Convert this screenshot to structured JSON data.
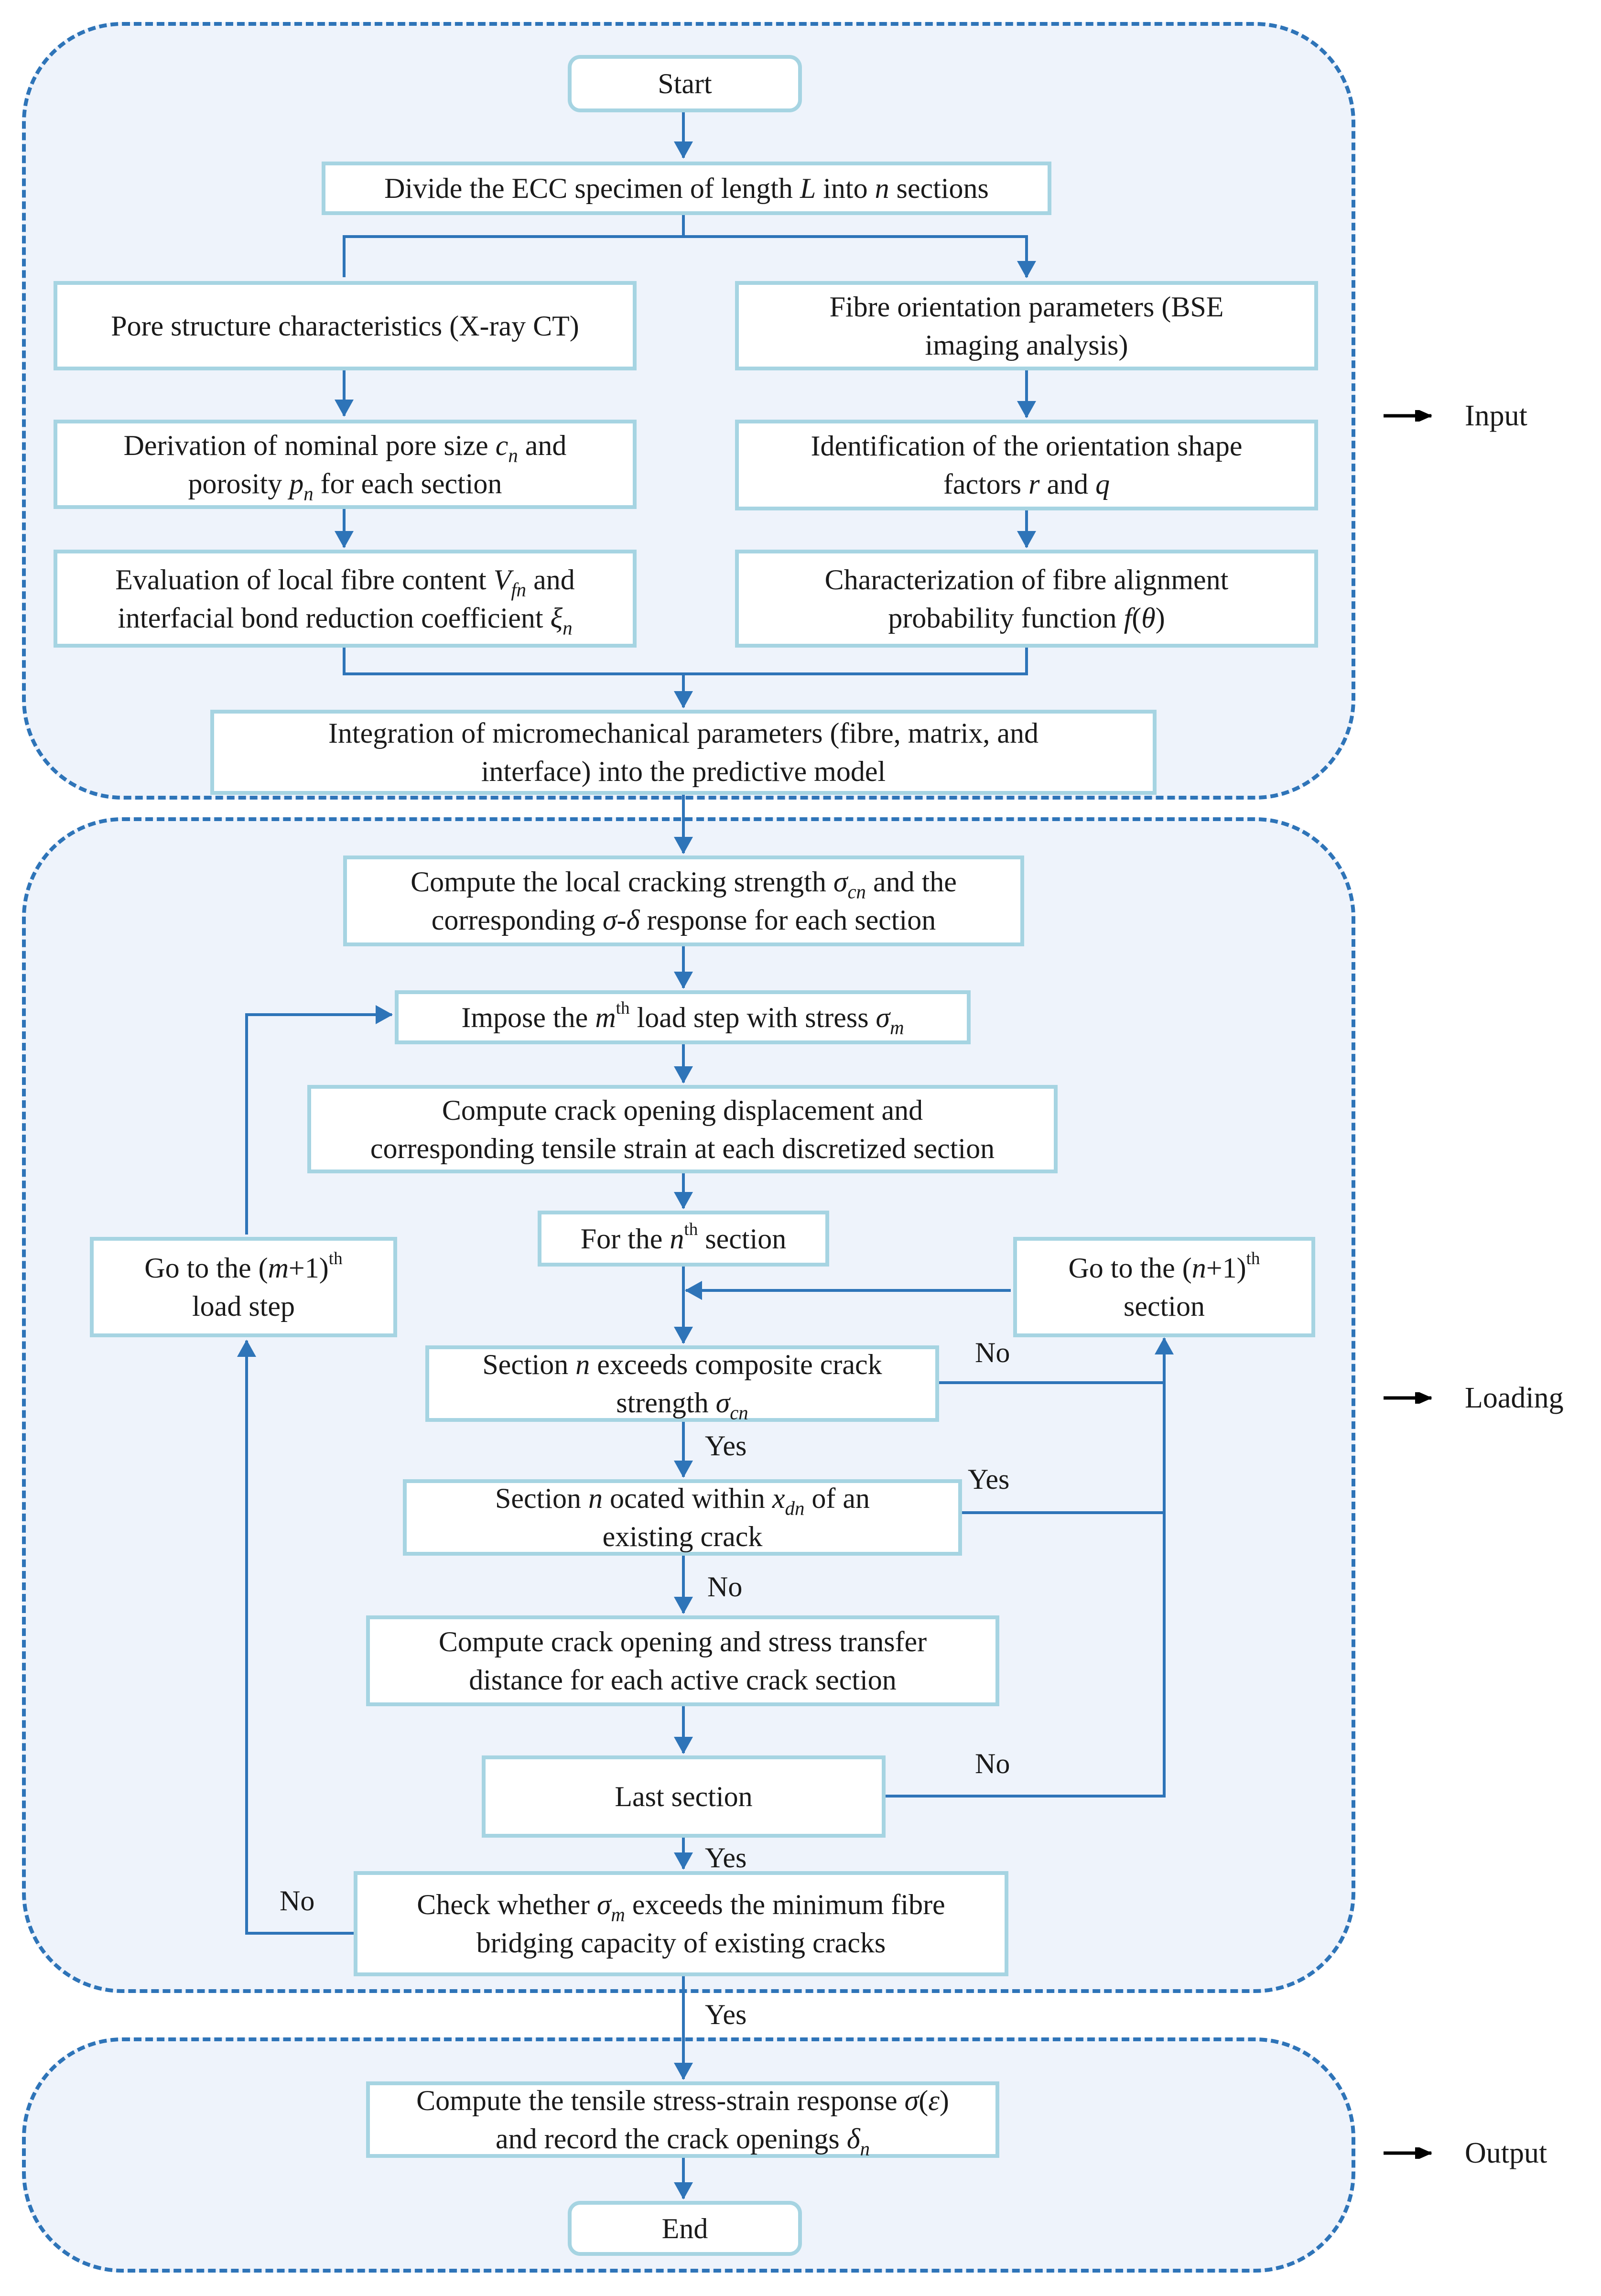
{
  "phases": {
    "input": "Input",
    "loading": "Loading",
    "output": "Output"
  },
  "nodes": {
    "start": "Start",
    "divide": {
      "a": "Divide the ECC specimen of length ",
      "L": "L",
      "b": " into ",
      "n": "n",
      "c": " sections"
    },
    "pore_structure": "Pore structure characteristics (X-ray CT)",
    "fibre_orientation": {
      "line1": "Fibre orientation parameters (BSE",
      "line2": "imaging analysis)"
    },
    "derivation": {
      "a": "Derivation of nominal pore size ",
      "c": "c",
      "c_sub": "n",
      "b": " and",
      "c2": "porosity ",
      "p": "p",
      "p_sub": "n",
      "d": " for each section"
    },
    "identification": {
      "line1": "Identification of the orientation shape",
      "a": "factors ",
      "r": "r",
      "b": " and ",
      "q": "q"
    },
    "evaluation": {
      "a": "Evaluation of local fibre content ",
      "V": "V",
      "V_sub": "fn",
      "b": " and",
      "c": "interfacial bond reduction coefficient ",
      "xi": "ξ",
      "xi_sub": "n"
    },
    "characterization": {
      "line1": "Characterization of fibre alignment",
      "a": "probability function ",
      "f": "f",
      "b": "(",
      "theta": "θ",
      "c": ")"
    },
    "integration": {
      "line1": "Integration of micromechanical parameters (fibre, matrix, and",
      "line2": "interface) into the predictive model"
    },
    "local_cracking": {
      "a": "Compute the local cracking strength ",
      "sigma": "σ",
      "sigma_sub": "cn",
      "b": " and the",
      "c": "corresponding ",
      "sd": "σ-δ",
      "d": " response for each section"
    },
    "impose": {
      "a": "Impose the ",
      "m": "m",
      "th": "th",
      "b": " load step with stress ",
      "sigma": "σ",
      "sigma_sub": "m"
    },
    "crack_opening_disp": {
      "line1": "Compute crack opening displacement and",
      "line2": "corresponding tensile strain at each discretized section"
    },
    "nth_section": {
      "a": "For the ",
      "n": "n",
      "th": "th",
      "b": " section"
    },
    "next_load": {
      "a": "Go to the (",
      "m": "m",
      "b": "+1)",
      "th": "th",
      "line2": "load step"
    },
    "next_section": {
      "a": "Go to the (",
      "n": "n",
      "b": "+1)",
      "th": "th",
      "line2": "section"
    },
    "exceeds": {
      "a": "Section ",
      "n": "n",
      "b": " exceeds composite crack",
      "c": "strength ",
      "sigma": "σ",
      "sigma_sub": "cn"
    },
    "located": {
      "a": "Section ",
      "n": "n",
      "b": " ocated within ",
      "x": "x",
      "x_sub": "dn",
      "c": " of an",
      "line2": "existing crack"
    },
    "crack_opening_transfer": {
      "line1": "Compute crack opening and stress transfer",
      "line2": "distance for each active crack section"
    },
    "last_section": "Last section",
    "check": {
      "a": "Check whether ",
      "sigma": "σ",
      "sigma_sub": "m",
      "b": " exceeds the minimum fibre",
      "line2": "bridging capacity of existing cracks"
    },
    "tensile_response": {
      "a": "Compute the tensile stress-strain response ",
      "sigma": "σ",
      "b": "(",
      "eps": "ε",
      "c": ")",
      "d": "and record the crack openings ",
      "delta": "δ",
      "delta_sub": "n"
    },
    "end": "End"
  },
  "edge_labels": {
    "no_exceeds": "No",
    "yes_exceeds": "Yes",
    "yes_located": "Yes",
    "no_located": "No",
    "no_last": "No",
    "yes_last": "Yes",
    "no_check": "No",
    "yes_check": "Yes"
  },
  "colors": {
    "phase_border": "#2e74b8",
    "phase_fill": "#eef3fb",
    "box_border": "#a6d4e2",
    "connector": "#2e74b8"
  }
}
